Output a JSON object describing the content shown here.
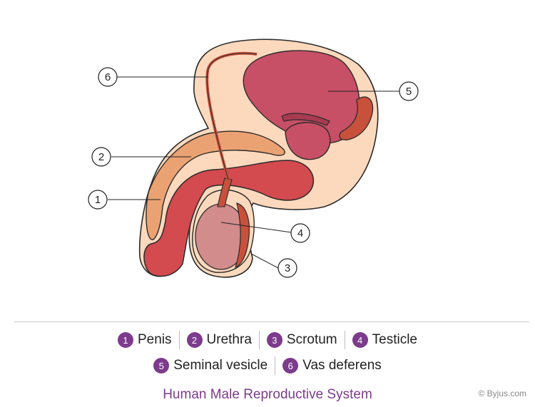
{
  "callouts": [
    {
      "num": "6"
    },
    {
      "num": "5"
    },
    {
      "num": "2"
    },
    {
      "num": "1"
    },
    {
      "num": "4"
    },
    {
      "num": "3"
    }
  ],
  "legend": {
    "row1": [
      {
        "num": "1",
        "label": "Penis"
      },
      {
        "num": "2",
        "label": "Urethra"
      },
      {
        "num": "3",
        "label": "Scrotum"
      },
      {
        "num": "4",
        "label": "Testicle"
      }
    ],
    "row2": [
      {
        "num": "5",
        "label": "Seminal vesicle"
      },
      {
        "num": "6",
        "label": "Vas deferens"
      }
    ]
  },
  "caption": "Human Male Reproductive System",
  "credit": "© Byjus.com",
  "colors": {
    "skin": "#fcd9bd",
    "organ": "#c75066",
    "penis_red": "#d34a4f",
    "urethra_tan": "#eba273",
    "scrotum_pink": "#d28c8c",
    "tube": "#c8513c",
    "accent_purple": "#7c3b8c"
  }
}
